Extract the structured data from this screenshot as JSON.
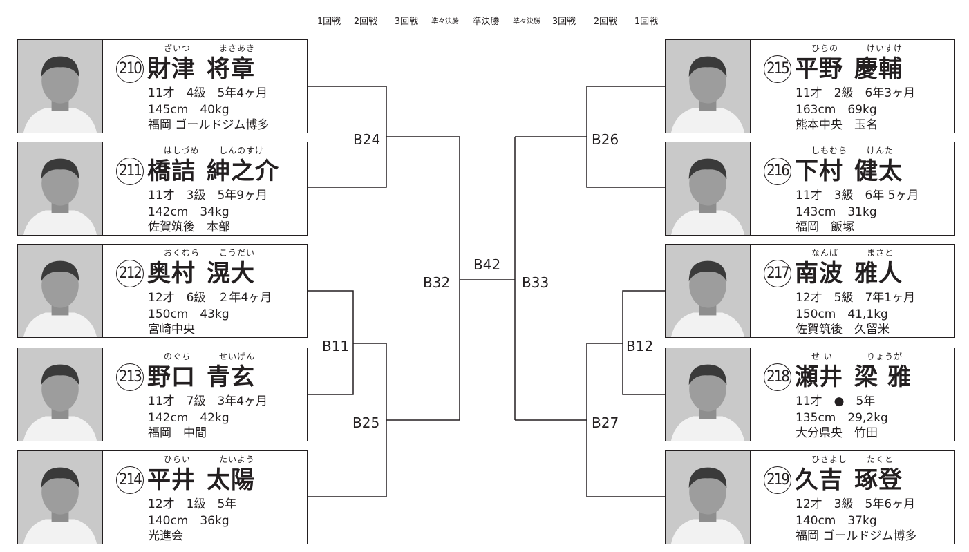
{
  "rounds": [
    "1回戦",
    "2回戦",
    "3回戦",
    "準々決勝",
    "準決勝",
    "準々決勝",
    "3回戦",
    "2回戦",
    "1回戦"
  ],
  "players": [
    {
      "num": "210",
      "furi_sur": "ざいつ",
      "furi_giv": "まさあき",
      "sur": "財津",
      "giv": "将章",
      "line1": "11才　4級　5年4ヶ月",
      "line2": "145cm　40kg",
      "line3": "福岡 ゴールドジム博多"
    },
    {
      "num": "211",
      "furi_sur": "はしづめ",
      "furi_giv": "しんのすけ",
      "sur": "橋詰",
      "giv": "紳之介",
      "line1": "11才　3級　5年9ヶ月",
      "line2": "142cm　34kg",
      "line3": "佐賀筑後　本部"
    },
    {
      "num": "212",
      "furi_sur": "おくむら",
      "furi_giv": "こうだい",
      "sur": "奥村",
      "giv": "滉大",
      "line1": "12才　6級　２年4ヶ月",
      "line2": "150cm　43kg",
      "line3": "宮崎中央"
    },
    {
      "num": "213",
      "furi_sur": "のぐち",
      "furi_giv": "せいげん",
      "sur": "野口",
      "giv": "青玄",
      "line1": "11才　7級　3年4ヶ月",
      "line2": "142cm　42kg",
      "line3": "福岡　中間"
    },
    {
      "num": "214",
      "furi_sur": "ひらい",
      "furi_giv": "たいよう",
      "sur": "平井",
      "giv": "太陽",
      "line1": "12才　1級　5年",
      "line2": "140cm　36kg",
      "line3": "光進会"
    },
    {
      "num": "215",
      "furi_sur": "ひらの",
      "furi_giv": "けいすけ",
      "sur": "平野",
      "giv": "慶輔",
      "line1": "11才　2級　6年3ヶ月",
      "line2": "163cm　69kg",
      "line3": "熊本中央　玉名"
    },
    {
      "num": "216",
      "furi_sur": "しもむら",
      "furi_giv": "けんた",
      "sur": "下村",
      "giv": "健太",
      "line1": "11才　3級　6年 5ヶ月",
      "line2": "143cm　31kg",
      "line3": "福岡　飯塚"
    },
    {
      "num": "217",
      "furi_sur": "なんば",
      "furi_giv": "まさと",
      "sur": "南波",
      "giv": "雅人",
      "line1": "12才　5級　7年1ヶ月",
      "line2": "150cm　41,1kg",
      "line3": "佐賀筑後　久留米"
    },
    {
      "num": "218",
      "furi_sur": "せ い",
      "furi_giv": "りょうが",
      "sur": "瀬井",
      "giv": "梁 雅",
      "line1": "11才　●　5年",
      "line2": "135cm　29,2kg",
      "line3": "大分県央　竹田"
    },
    {
      "num": "219",
      "furi_sur": "ひさよし",
      "furi_giv": "たくと",
      "sur": "久吉",
      "giv": "琢登",
      "line1": "12才　3級　5年6ヶ月",
      "line2": "140cm　37kg",
      "line3": "福岡 ゴールドジム博多"
    }
  ],
  "matches": {
    "b24": "B24",
    "b11": "B11",
    "b25": "B25",
    "b32": "B32",
    "b42": "B42",
    "b33": "B33",
    "b26": "B26",
    "b12": "B12",
    "b27": "B27"
  }
}
